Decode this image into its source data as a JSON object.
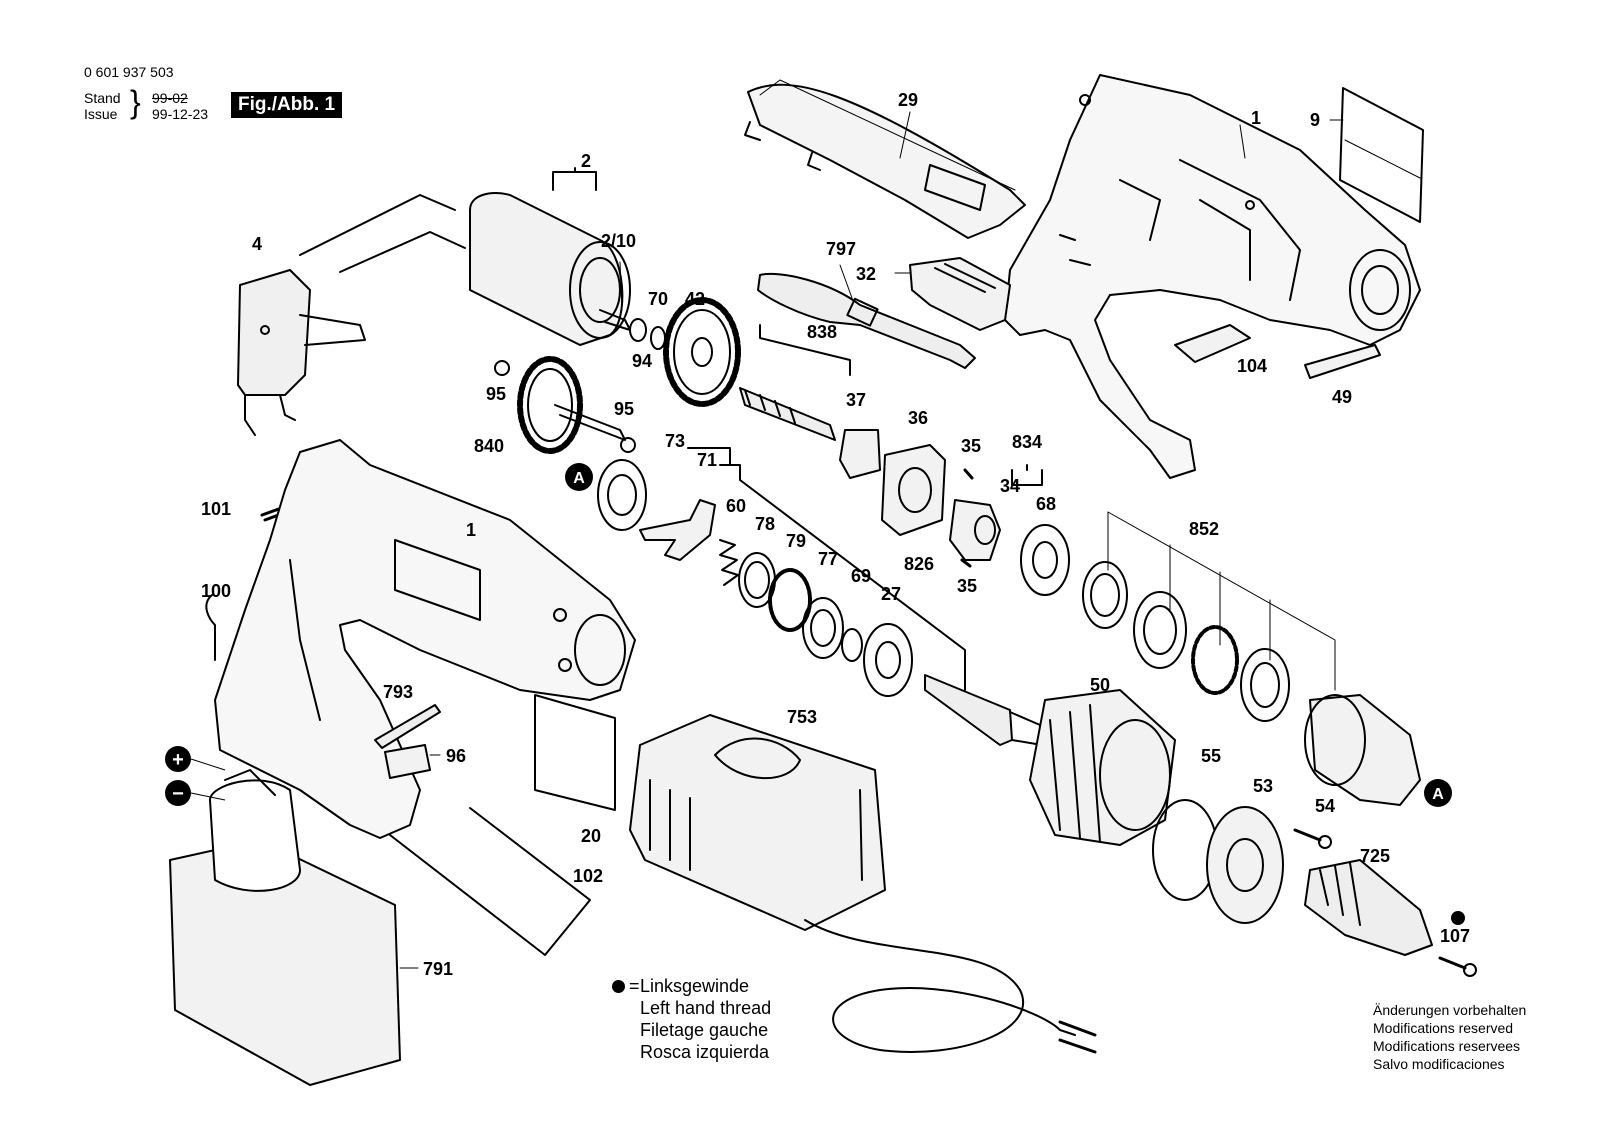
{
  "header": {
    "part_number": "0 601 937 503",
    "stand_label": "Stand",
    "issue_label": "Issue",
    "stand_value": "99-02",
    "issue_value": "99-12-23",
    "figure_label": "Fig./Abb. 1"
  },
  "callouts": {
    "c29": "29",
    "c1a": "1",
    "c9": "9",
    "c797": "797",
    "c32": "32",
    "c2": "2",
    "c2_10": "2/10",
    "c4": "4",
    "c70": "70",
    "c42": "42",
    "c94": "94",
    "c95a": "95",
    "c95b": "95",
    "c840": "840",
    "c838": "838",
    "c37": "37",
    "c36": "36",
    "c35a": "35",
    "c834": "834",
    "c34": "34",
    "c68": "68",
    "c35b": "35",
    "c104": "104",
    "c49": "49",
    "c73": "73",
    "c71": "71",
    "c60": "60",
    "c78": "78",
    "c79": "79",
    "c77": "77",
    "c69": "69",
    "c27": "27",
    "c826": "826",
    "c852": "852",
    "c101": "101",
    "c1b": "1",
    "c100": "100",
    "c793": "793",
    "c96": "96",
    "c20": "20",
    "c102": "102",
    "c753": "753",
    "c50": "50",
    "c55": "55",
    "c53": "53",
    "c54": "54",
    "c725": "725",
    "c107": "107",
    "c791": "791",
    "marker_a1": "A",
    "marker_a2": "A",
    "plus": "+",
    "minus": "−"
  },
  "legend": {
    "eq": "=",
    "lines": [
      "Linksgewinde",
      "Left hand thread",
      "Filetage gauche",
      "Rosca izquierda"
    ]
  },
  "modifications": [
    "Änderungen vorbehalten",
    "Modifications reserved",
    "Modifications reservees",
    "Salvo modificaciones"
  ]
}
